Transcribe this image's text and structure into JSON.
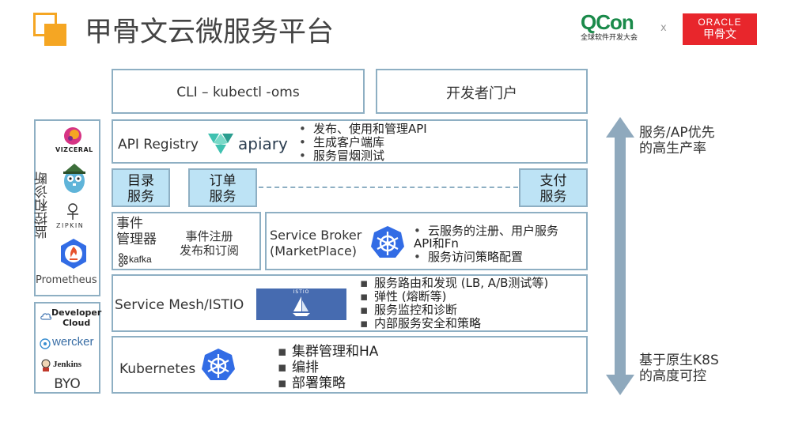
{
  "header": {
    "title": "甲骨文云微服务平台",
    "qcon_logo": "QCon",
    "qcon_sub": "全球软件开发大会",
    "times": "x",
    "oracle_logo": "ORACLE",
    "oracle_cn": "甲骨文"
  },
  "top": {
    "cli": "CLI – kubectl -oms",
    "portal": "开发者门户"
  },
  "registry": {
    "label": "API Registry",
    "apiary": "apiary",
    "bullets": [
      "发布、使用和管理API",
      "生成客户端库",
      "服务冒烟测试"
    ]
  },
  "services": {
    "catalog": "目录\n服务",
    "order": "订单\n服务",
    "payment": "支付\n服务"
  },
  "events": {
    "title": "事件\n管理器",
    "desc": "事件注册\n发布和订阅",
    "kafka": "kafka"
  },
  "broker": {
    "label": "Service Broker\n(MarketPlace)",
    "bullets": [
      "云服务的注册、用户服务\nAPI和Fn",
      "服务访问策略配置"
    ]
  },
  "mesh": {
    "label": "Service Mesh/ISTIO",
    "istio": "ISTIO",
    "bullets": [
      "服务路由和发现 (LB, A/B测试等)",
      "弹性 (熔断等)",
      "服务监控和诊断",
      "内部服务安全和策略"
    ]
  },
  "kube": {
    "label": "Kubernetes",
    "bullets": [
      "集群管理和HA",
      "编排",
      "部署策略"
    ]
  },
  "monitor": {
    "vertical_label": "监控和诊断",
    "vizceral": "VIZCERAL",
    "zipkin": "ZIPKIN",
    "prometheus": "Prometheus"
  },
  "byo": {
    "dev_cloud": "Developer\nCloud",
    "wercker": "wercker",
    "jenkins": "Jenkins",
    "label": "BYO"
  },
  "right": {
    "top_text": "服务/AP优先\n的高生产率",
    "bottom_text": "基于原生K8S\n的高度可控"
  },
  "colors": {
    "accent_orange": "#f5a623",
    "box_border": "#8eafc3",
    "tile_fill": "#bde3f5",
    "arrow": "#8fa9bd",
    "k8s_blue": "#326ce5",
    "istio_blue": "#466bb0",
    "oracle_red": "#e8262c",
    "qcon_green": "#1a8a4a",
    "qcon_blue": "#1f4e9c"
  }
}
